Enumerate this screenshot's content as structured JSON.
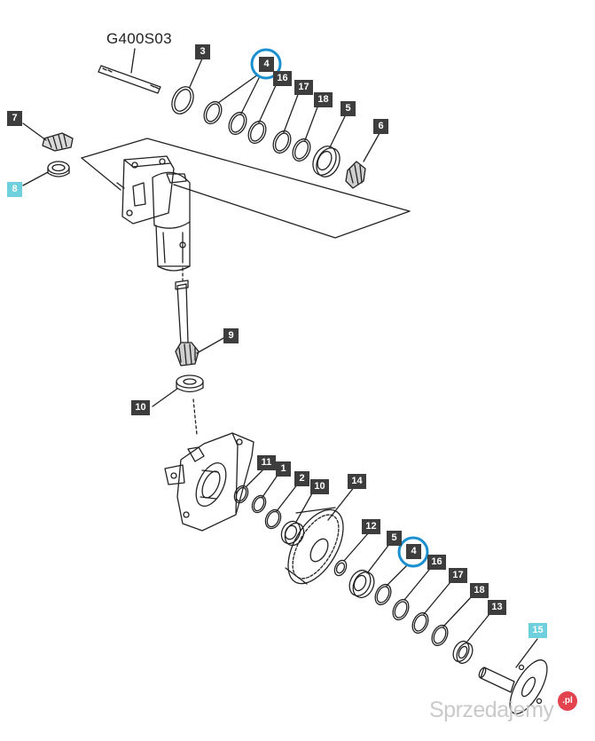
{
  "diagram": {
    "code": "G400S03",
    "callouts": [
      {
        "id": "p3-top",
        "label": "3",
        "style": "dark"
      },
      {
        "id": "p4-top",
        "label": "4",
        "style": "dark",
        "highlight": true
      },
      {
        "id": "p16-top",
        "label": "16",
        "style": "dark"
      },
      {
        "id": "p17-top",
        "label": "17",
        "style": "dark"
      },
      {
        "id": "p18-top",
        "label": "18",
        "style": "dark"
      },
      {
        "id": "p5-top",
        "label": "5",
        "style": "dark"
      },
      {
        "id": "p6",
        "label": "6",
        "style": "dark"
      },
      {
        "id": "p7",
        "label": "7",
        "style": "dark"
      },
      {
        "id": "p8",
        "label": "8",
        "style": "cyan"
      },
      {
        "id": "p9",
        "label": "9",
        "style": "dark"
      },
      {
        "id": "p10-mid",
        "label": "10",
        "style": "dark"
      },
      {
        "id": "p11",
        "label": "11",
        "style": "dark"
      },
      {
        "id": "p1",
        "label": "1",
        "style": "dark"
      },
      {
        "id": "p2",
        "label": "2",
        "style": "dark"
      },
      {
        "id": "p10-low",
        "label": "10",
        "style": "dark"
      },
      {
        "id": "p14",
        "label": "14",
        "style": "dark"
      },
      {
        "id": "p12",
        "label": "12",
        "style": "dark"
      },
      {
        "id": "p5-low",
        "label": "5",
        "style": "dark"
      },
      {
        "id": "p4-low",
        "label": "4",
        "style": "dark",
        "highlight": true
      },
      {
        "id": "p16-low",
        "label": "16",
        "style": "dark"
      },
      {
        "id": "p17-low",
        "label": "17",
        "style": "dark"
      },
      {
        "id": "p18-low",
        "label": "18",
        "style": "dark"
      },
      {
        "id": "p13",
        "label": "13",
        "style": "dark"
      },
      {
        "id": "p15",
        "label": "15",
        "style": "cyan"
      }
    ]
  },
  "watermark": {
    "text": "Sprzedajemy",
    "badge": ".pl"
  },
  "colors": {
    "tag_dark": "#3d3d3d",
    "tag_cyan": "#6ed0dc",
    "highlight_ring": "#1a8fd0",
    "line": "#222222",
    "badge": "#e2434f"
  }
}
